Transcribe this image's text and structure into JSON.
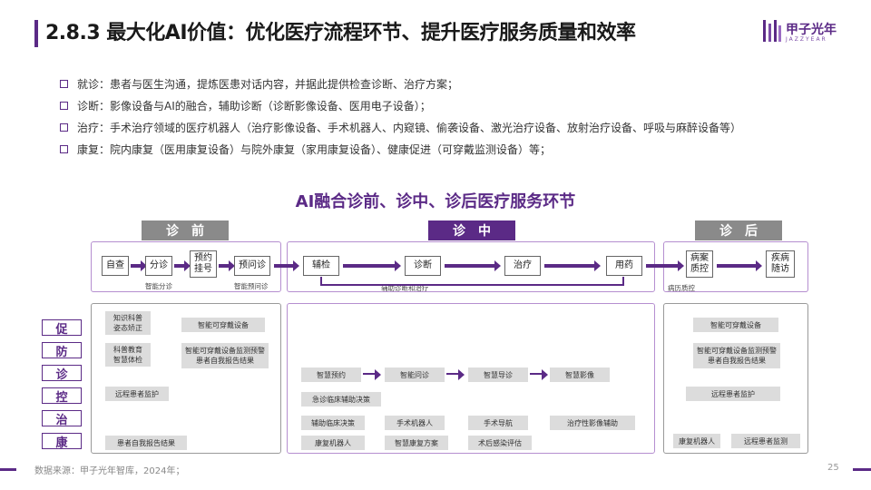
{
  "header": {
    "title": "2.8.3 最大化AI价值：优化医疗流程环节、提升医疗服务质量和效率",
    "logo_name": "甲子光年",
    "logo_sub": "JAZZYEAR"
  },
  "bullets": [
    "就诊：患者与医生沟通，提炼医患对话内容，并据此提供检查诊断、治疗方案；",
    "诊断：影像设备与AI的融合，辅助诊断（诊断影像设备、医用电子设备）；",
    "治疗：手术治疗领域的医疗机器人（治疗影像设备、手术机器人、内窥镜、偷袭设备、激光治疗设备、放射治疗设备、呼吸与麻醉设备等）",
    "康复：院内康复（医用康复设备）与院外康复（家用康复设备）、健康促进（可穿戴监测设备）等；"
  ],
  "diagram": {
    "title": "AI融合诊前、诊中、诊后医疗服务环节",
    "phases": {
      "pre": [
        "诊",
        "前"
      ],
      "mid": [
        "诊",
        "中"
      ],
      "post": [
        "诊",
        "后"
      ]
    },
    "pre_nodes": [
      "自查",
      "分诊",
      "预约\n挂号",
      "预问诊"
    ],
    "pre_captions": [
      "智能分诊",
      "智能预问诊"
    ],
    "mid_nodes": [
      "辅检",
      "诊断",
      "治疗",
      "用药"
    ],
    "mid_caption": "辅助诊断和治疗",
    "post_nodes": [
      "病案\n质控",
      "疾病\n随访"
    ],
    "post_caption": "病历质控",
    "categories": [
      "促",
      "防",
      "诊",
      "控",
      "治",
      "康"
    ],
    "pre_panel": {
      "chips": [
        "知识科普\n姿态矫正",
        "智能可穿戴设备",
        "科普教育\n智慧体检",
        "智能可穿戴设备监测预警\n患者自我报告结果",
        "远程患者监护",
        "患者自我报告结果"
      ]
    },
    "mid_panel": {
      "flow": [
        "智慧预约",
        "智能问诊",
        "智慧导诊",
        "智慧影像"
      ],
      "chips": [
        "急诊临床辅助决策",
        "辅助临床决策",
        "手术机器人",
        "手术导航",
        "治疗性影像辅助",
        "康复机器人",
        "智慧康复方案",
        "术后感染评估"
      ]
    },
    "post_panel": {
      "chips": [
        "智能可穿戴设备",
        "智能可穿戴设备监测预警\n患者自我报告结果",
        "远程患者监护",
        "康复机器人",
        "远程患者监测"
      ]
    }
  },
  "footer": {
    "source": "数据来源：甲子光年智库，2024年；",
    "page": "25"
  },
  "colors": {
    "brand": "#5b2a86",
    "brand_light": "#b58fd0",
    "grey_header": "#8a8a8a",
    "chip_bg": "#dcdcdc"
  }
}
